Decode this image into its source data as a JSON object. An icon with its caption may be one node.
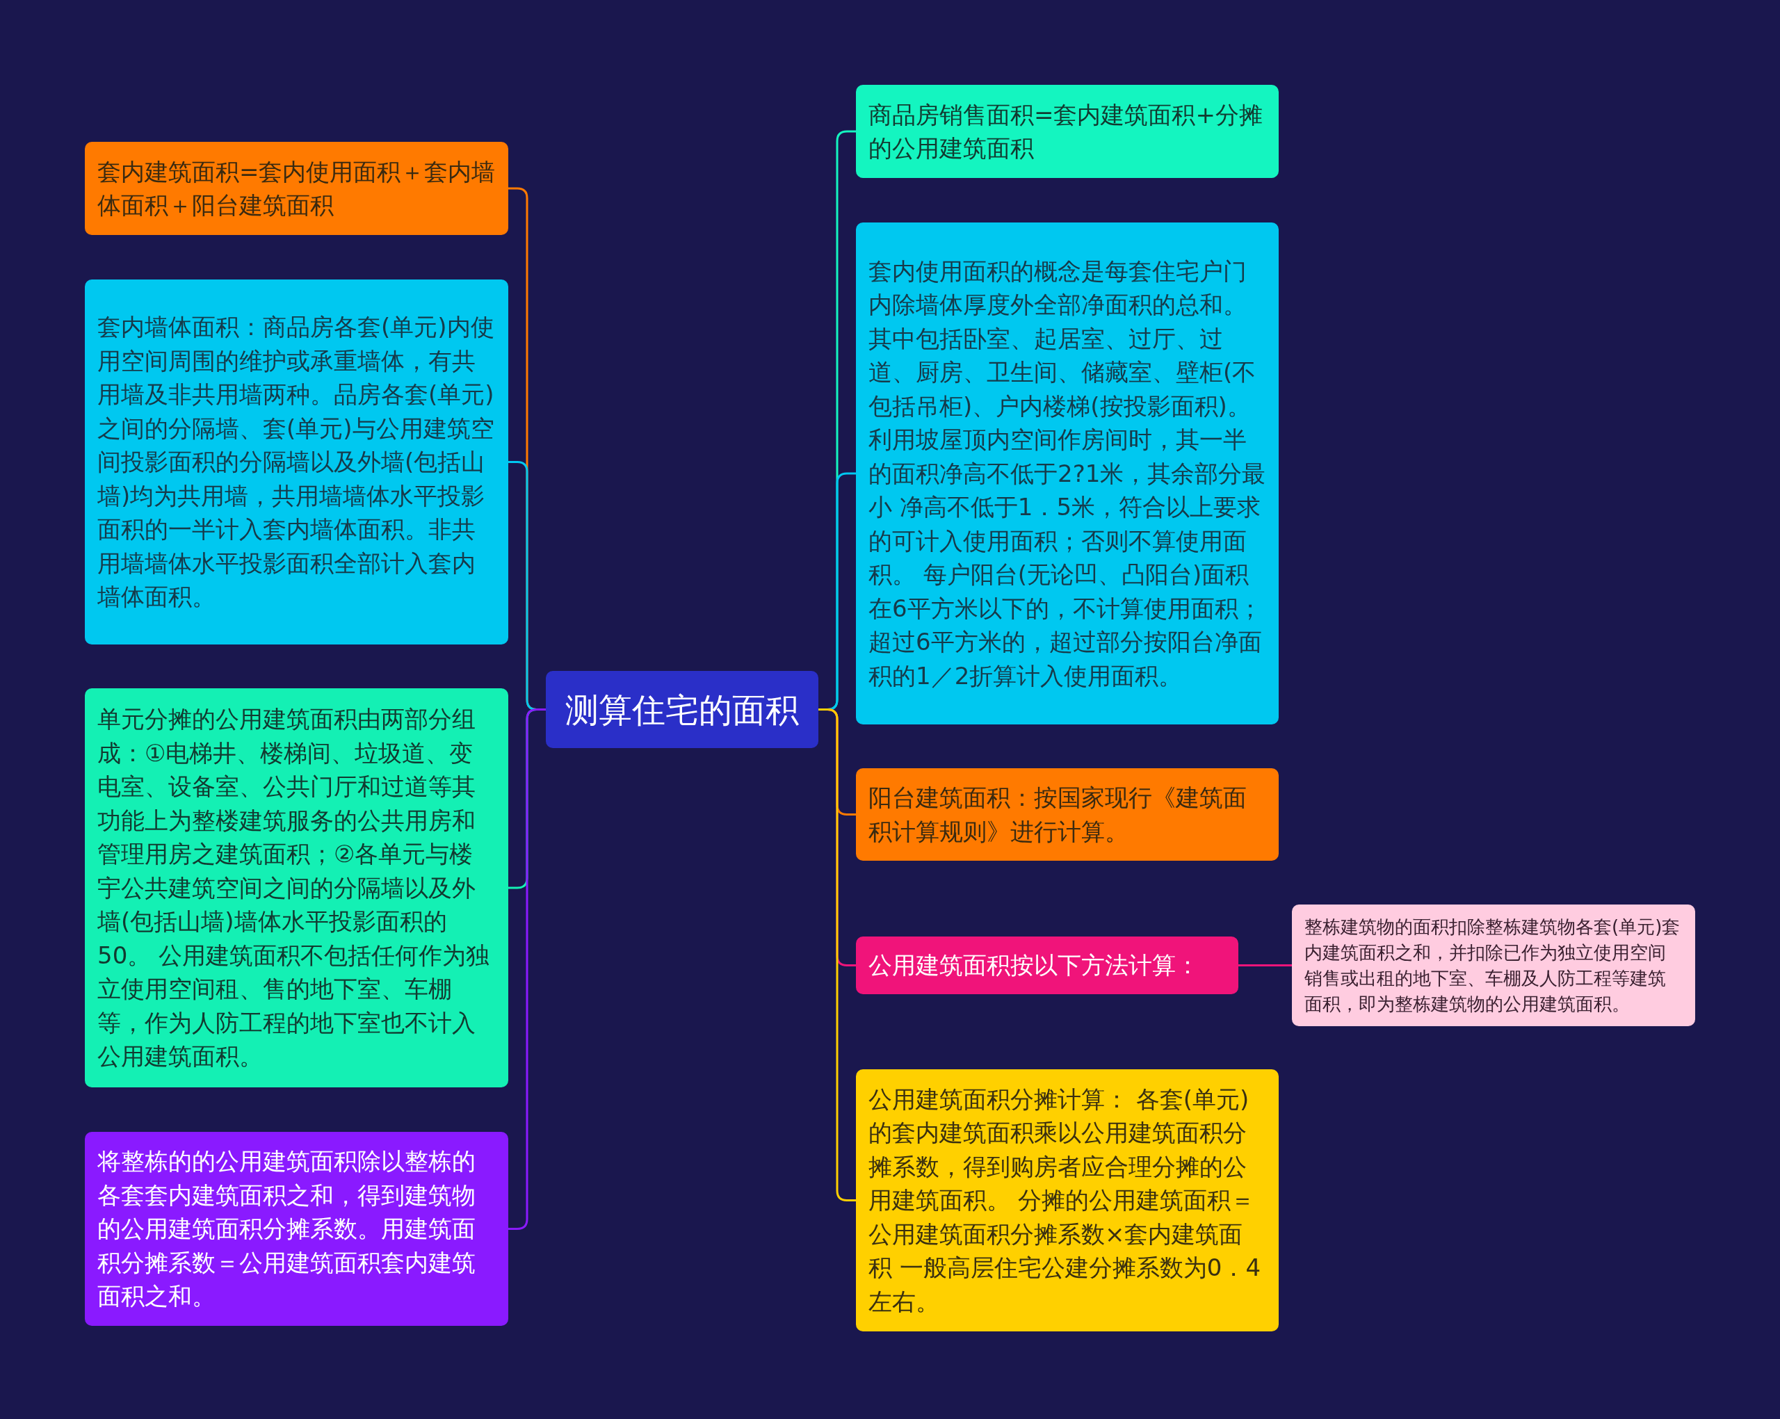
{
  "diagram": {
    "nodes": [
      {
        "text": [
          "测算住宅的面积"
        ]
      },
      {
        "text": [
          "套内建筑面积=套内使用面积＋套内墙体面积＋阳台建筑面积"
        ]
      },
      {
        "text": [
          "套内墙体面积：商品房各套(单元)内使用空间周围的维护或承重墙体，有共用墙及非共用墙两种。品房各套(单元)之间的分隔墙、套(单元)与公用建筑空间投影面积的分隔墙以及外墙(包括山墙)均为共用墙，共用墙墙体水平投影面积的一半计入套内墙体面积。非共用墙墙体水平投影面积全部计入套内墙体面积。"
        ]
      },
      {
        "text": [
          "单元分摊的公用建筑面积由两部分组成：①电梯井、楼梯间、垃圾道、变电室、设备室、公共门厅和过道等其功能上为整楼建筑服务的公共用房和管理用房之建筑面积；②各单元与楼宇公共建筑空间之间的分隔墙以及外墙(包括山墙)墙体水平投影面积的50。 公用建筑面积不包括任何作为独立使用空间租、售的地下室、车棚等，作为人防工程的地下室也不计入公用建筑面积。"
        ]
      },
      {
        "text": [
          "将整栋的的公用建筑面积除以整栋的各套套内建筑面积之和，得到建筑物的公用建筑面积分摊系数。用建筑面积分摊系数＝公用建筑面积套内建筑面积之和。"
        ]
      },
      {
        "text": [
          "商品房销售面积=套内建筑面积+分摊的公用建筑面积"
        ]
      },
      {
        "text": [
          "套内使用面积的概念是每套住宅户门内除墙体厚度外全部净面积的总和。其中包括卧室、起居室、过厅、过道、厨房、卫生间、储藏室、壁柜(不包括吊柜)、户内楼梯(按投影面积)。利用坡屋顶内空间作房间时，其一半的面积净高不低于2?1米，其余部分最小 净高不低于1．5米，符合以上要求的可计入使用面积；否则不算使用面积。 每户阳台(无论凹、凸阳台)面积在6平方米以下的，不计算使用面积；超过6平方米的，超过部分按阳台净面积的1／2折算计入使用面积。"
        ]
      },
      {
        "text": [
          "阳台建筑面积：按国家现行《建筑面积计算规则》进行计算。"
        ]
      },
      {
        "text": [
          "公用建筑面积按以下方法计算："
        ]
      },
      {
        "text": [
          "公用建筑面积分摊计算： 各套(单元)的套内建筑面积乘以公用建筑面积分摊系数，得到购房者应合理分摊的公用建筑面积。 分摊的公用建筑面积＝公用建筑面积分摊系数×套内建筑面积 一般高层住宅公建分摊系数为0．4左右。"
        ]
      },
      {
        "text": [
          "整栋建筑物的面积扣除整栋建筑物各套(单元)套内建筑面积之和，并扣除已作为独立使用空间销售或出租的地下室、车棚及人防工程等建筑面积，即为整栋建筑物的公用建筑面积。"
        ]
      }
    ],
    "edges": [
      {
        "from": 0,
        "to": 1,
        "arrow": "none",
        "color": "#ff7a00"
      },
      {
        "from": 0,
        "to": 2,
        "arrow": "none",
        "color": "#00c8f0"
      },
      {
        "from": 0,
        "to": 3,
        "arrow": "none",
        "color": "#14f0b4"
      },
      {
        "from": 0,
        "to": 4,
        "arrow": "none",
        "color": "#8a1aff"
      },
      {
        "from": 0,
        "to": 5,
        "arrow": "none",
        "color": "#14f5c0"
      },
      {
        "from": 0,
        "to": 6,
        "arrow": "none",
        "color": "#00c8f0"
      },
      {
        "from": 0,
        "to": 7,
        "arrow": "none",
        "color": "#ff7a00"
      },
      {
        "from": 0,
        "to": 8,
        "arrow": "none",
        "color": "#f0147a"
      },
      {
        "from": 0,
        "to": 9,
        "arrow": "none",
        "color": "#ffd000"
      },
      {
        "from": 8,
        "to": 10,
        "arrow": "none",
        "color": "#f0147a"
      }
    ]
  }
}
